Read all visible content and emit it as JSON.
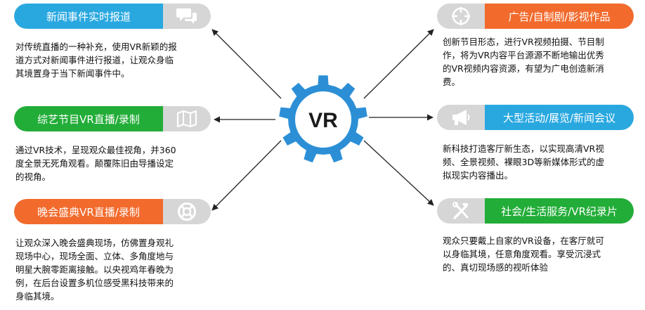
{
  "colors": {
    "blue": "#29a8e0",
    "green": "#22ad38",
    "orange": "#f26b2d",
    "gear": "#2c8fd6",
    "icon_bg": "#d6d6d6"
  },
  "center": {
    "label": "VR"
  },
  "items": [
    {
      "title": "新闻事件实时报道",
      "icon": "chat-bubbles-icon",
      "desc": [
        "对传统直播的一种补充，使用VR新颖的报",
        "道方式对新闻事件进行报道，让观众身临",
        "其境置身于当下新闻事件中。"
      ]
    },
    {
      "title": "综艺节目VR直播/录制",
      "icon": "folded-map-icon",
      "desc": [
        "通过VR技术，呈现观众最佳视角，并360",
        "度全景无死角观看。颠覆陈旧由导播设定",
        "的视角。"
      ]
    },
    {
      "title": "晚会盛典VR直播/录制",
      "icon": "lifebuoy-icon",
      "desc": [
        "让观众深入晚会盛典现场，仿佛置身观礼",
        "现场中心，现场全面、立体、多角度地与",
        "明星大腕零距离接触。以央视鸡年春晚为",
        "例，在后台设置多机位感受黑科技带来的",
        "身临其境。"
      ]
    },
    {
      "title": "广告/自制剧/影视作品",
      "icon": "crosshair-icon",
      "desc": [
        "创新节目形态，进行VR视频拍摄、节目制",
        "作，将为VR内容平台源源不断地输出优秀",
        "的VR视频内容资源，有望为广电创造新消",
        "费。"
      ]
    },
    {
      "title": "大型活动/展览/新闻会议",
      "icon": "megaphone-icon",
      "desc": [
        "新科技打造客厅新生态，以实现高清VR视",
        "频、全景视频、裸眼3D等新媒体形式的虚",
        "拟现实内容播出。"
      ]
    },
    {
      "title": "社会/生活服务/VR纪录片",
      "icon": "tools-icon",
      "desc": [
        "观众只要戴上自家的VR设备，在客厅就可",
        "以身临其境，任意角度观看。享受沉浸式",
        "的、真切现场感的视听体验"
      ]
    }
  ]
}
